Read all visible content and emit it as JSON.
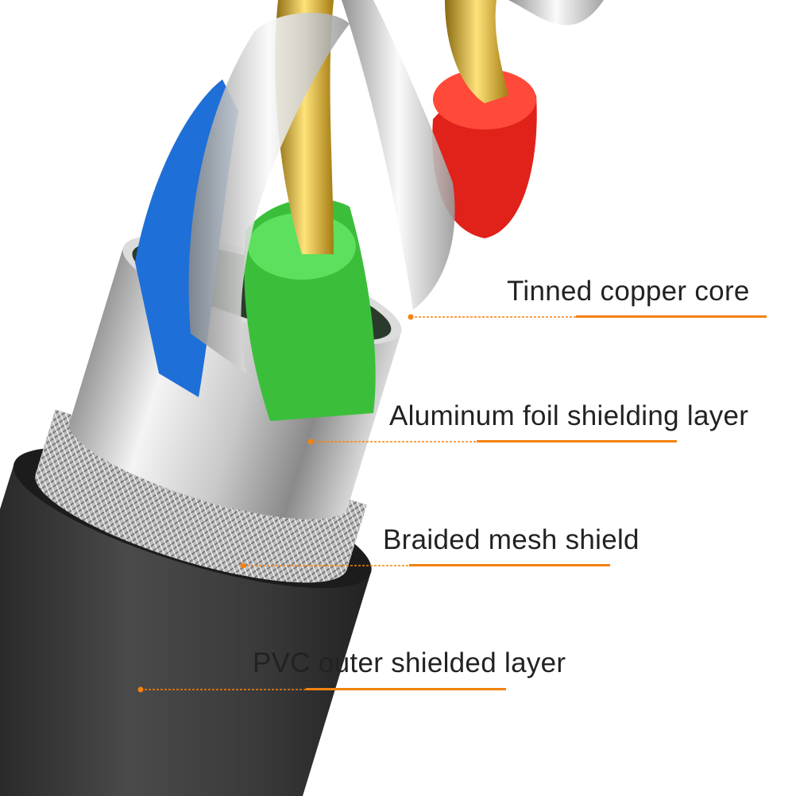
{
  "colors": {
    "accent": "#f5820f",
    "text": "#222222",
    "jacket": "#3a3a3a"
  },
  "labels": [
    {
      "text": "Tinned copper core"
    },
    {
      "text": "Aluminum foil shielding layer"
    },
    {
      "text": "Braided mesh shield"
    },
    {
      "text": "PVC outer shielded layer"
    }
  ]
}
